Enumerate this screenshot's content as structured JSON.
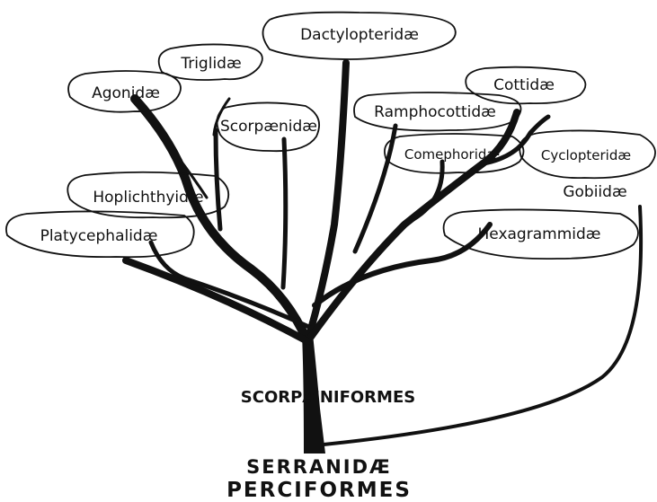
{
  "taxa": {
    "dactylopteridae": "Dactylopteridæ",
    "triglidae": "Triglidæ",
    "agonidae": "Agonidæ",
    "scorpaenidae": "Scorpænidæ",
    "ramphocottidae": "Ramphocottidæ",
    "cottidae": "Cottidæ",
    "comephoridae": "Comephoridæ",
    "cyclopteridae": "Cyclopteridæ",
    "gobiidae": "Gobiidæ",
    "hoplichthyidae": "Hoplichthyidæ",
    "platycephalidae": "Platycephalidæ",
    "hexagrammidae": "Hexagrammidæ"
  },
  "order_label": "SCORPÆNIFORMES",
  "root": {
    "family": "SERRANIDÆ",
    "order": "PERCIFORMES"
  }
}
